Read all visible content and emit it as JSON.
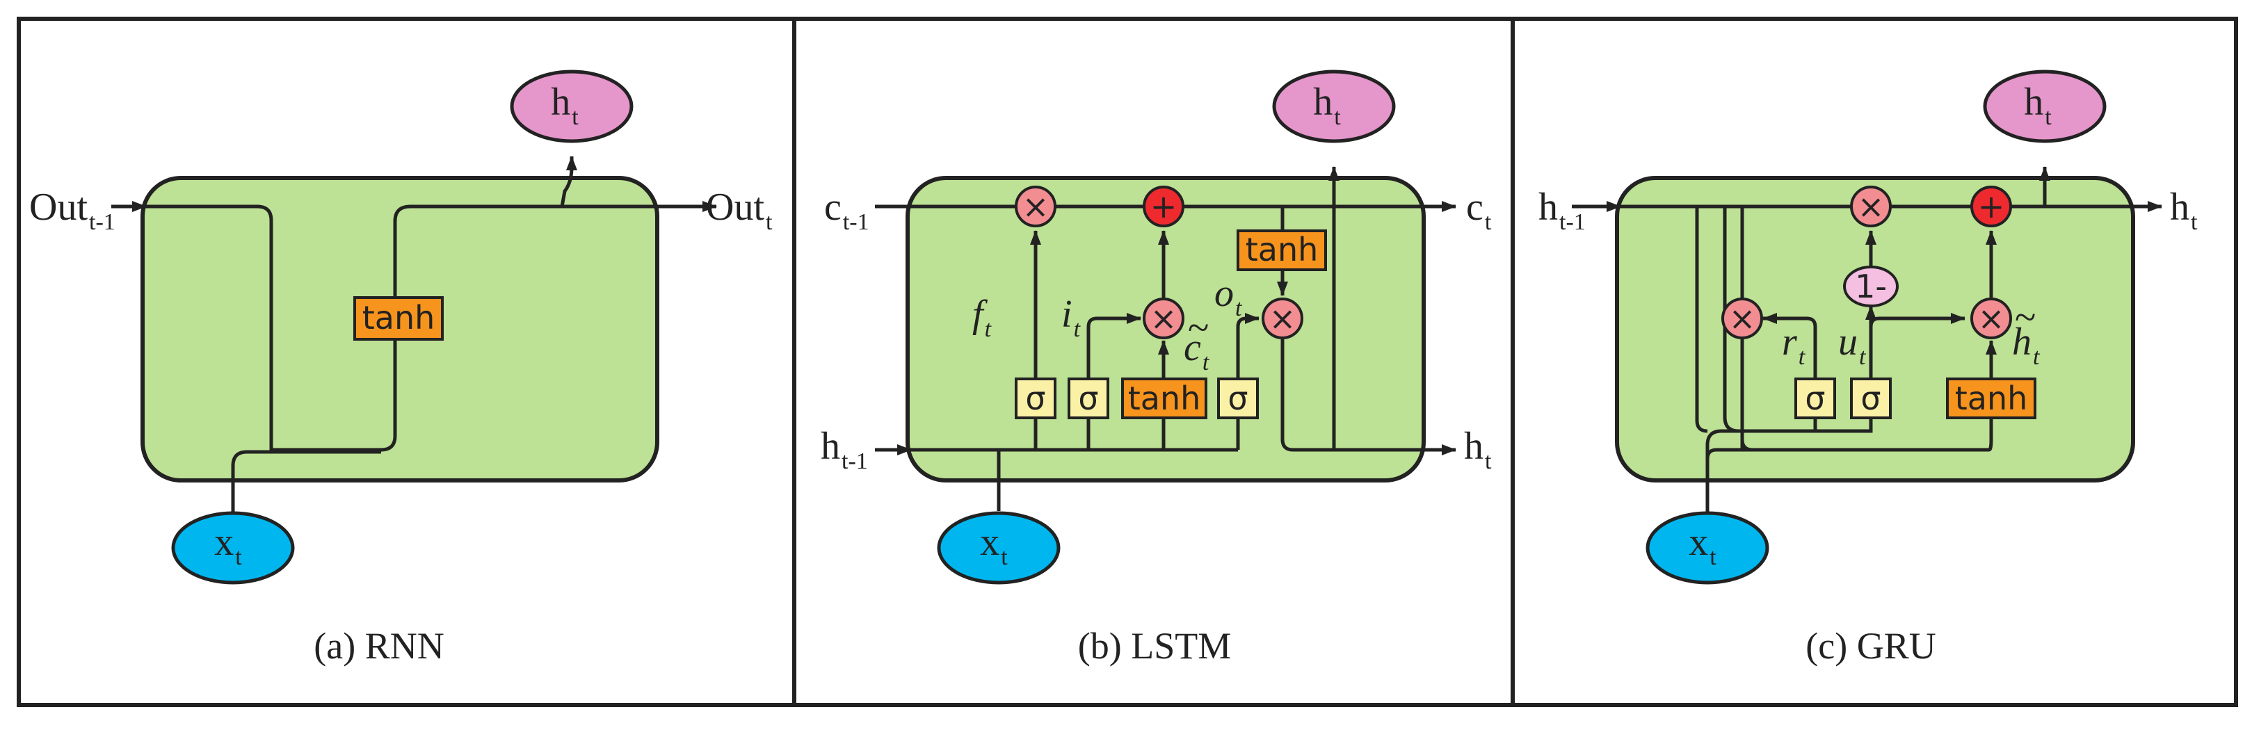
{
  "panels": [
    {
      "id": "rnn",
      "caption": "(a) RNN",
      "labels": {
        "in_left": "Out",
        "in_left_sub": "t-1",
        "out_right": "Out",
        "out_right_sub": "t",
        "h_top": "h",
        "h_top_sub": "t",
        "x_bottom": "x",
        "x_bottom_sub": "t"
      },
      "boxes": {
        "tanh": "tanh"
      }
    },
    {
      "id": "lstm",
      "caption": "(b) LSTM",
      "labels": {
        "c_in": "c",
        "c_in_sub": "t-1",
        "c_out": "c",
        "c_out_sub": "t",
        "h_in": "h",
        "h_in_sub": "t-1",
        "h_out": "h",
        "h_out_sub": "t",
        "h_top": "h",
        "h_top_sub": "t",
        "x_bottom": "x",
        "x_bottom_sub": "t",
        "f": "f",
        "f_sub": "t",
        "i": "i",
        "i_sub": "t",
        "c_tilde": "c",
        "c_tilde_sub": "t",
        "tilde": "~",
        "o": "o",
        "o_sub": "t"
      },
      "boxes": {
        "sigma": "σ",
        "tanh": "tanh"
      },
      "ops": {
        "mul": "×",
        "add": "+"
      }
    },
    {
      "id": "gru",
      "caption": "(c) GRU",
      "labels": {
        "h_in": "h",
        "h_in_sub": "t-1",
        "h_out": "h",
        "h_out_sub": "t",
        "h_top": "h",
        "h_top_sub": "t",
        "x_bottom": "x",
        "x_bottom_sub": "t",
        "r": "r",
        "r_sub": "t",
        "u": "u",
        "u_sub": "t",
        "h_tilde": "h",
        "h_tilde_sub": "t",
        "tilde": "~"
      },
      "boxes": {
        "sigma": "σ",
        "tanh": "tanh"
      },
      "ops": {
        "mul": "×",
        "add": "+",
        "one_minus": "1-"
      }
    }
  ],
  "colors": {
    "cell": "#bde195",
    "h_node": "#e596cb",
    "x_node": "#00b6ee",
    "multiply": "#f28e92",
    "add": "#ef2a2e",
    "sigma_gate": "#fbf1a6",
    "tanh_gate": "#f7941d"
  }
}
